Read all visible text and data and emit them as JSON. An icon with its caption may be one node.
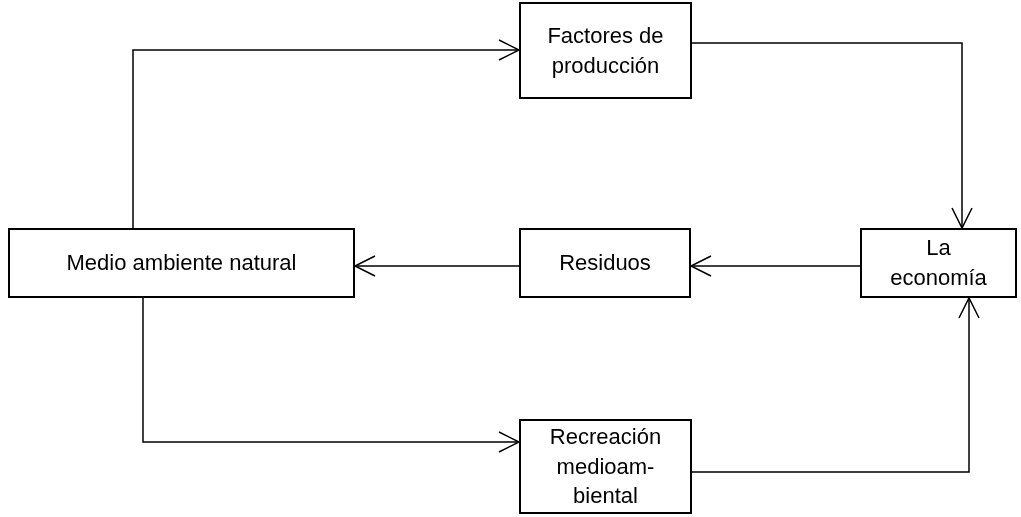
{
  "diagram": {
    "nodes": [
      {
        "text": [
          "Factores de producción"
        ]
      },
      {
        "text": [
          "Medio ambiente natural"
        ]
      },
      {
        "text": [
          "Residuos"
        ]
      },
      {
        "text": [
          "La economía"
        ]
      },
      {
        "text": [
          "Recreación medioam- biental"
        ]
      }
    ],
    "edges": [
      {
        "from": 1,
        "to": 0,
        "arrow": "to"
      },
      {
        "from": 0,
        "to": 3,
        "arrow": "to"
      },
      {
        "from": 3,
        "to": 2,
        "arrow": "to"
      },
      {
        "from": 2,
        "to": 1,
        "arrow": "to"
      },
      {
        "from": 1,
        "to": 4,
        "arrow": "to"
      },
      {
        "from": 4,
        "to": 3,
        "arrow": "to"
      }
    ]
  }
}
